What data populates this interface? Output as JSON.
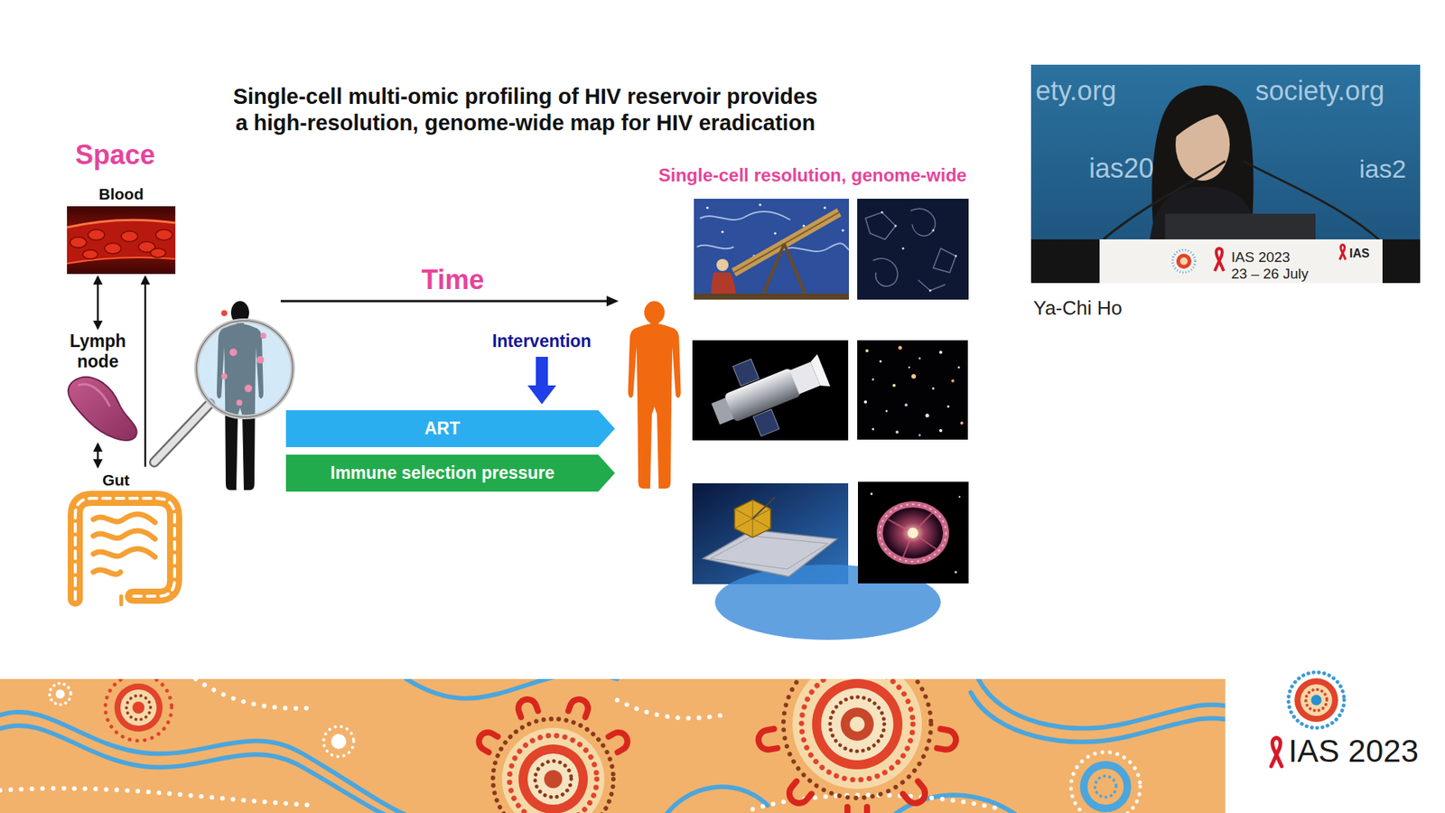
{
  "diagram": {
    "title": "Single-cell multi-omic profiling of HIV reservoir provides a high-resolution, genome-wide map for HIV eradication",
    "nodes": [
      {
        "text": [
          "Blood"
        ]
      },
      {
        "text": [
          "Lymph node"
        ]
      },
      {
        "text": [
          "Gut"
        ]
      },
      {
        "text": [
          "ART"
        ]
      },
      {
        "text": [
          "Immune selection pressure"
        ]
      }
    ],
    "edges": [
      {
        "from": 0,
        "to": 1,
        "arrow": "both"
      },
      {
        "from": 1,
        "to": 2,
        "arrow": "both"
      },
      {
        "from": 2,
        "to": 0,
        "arrow": "to"
      }
    ],
    "labels": [
      "Space",
      "Time",
      "Intervention",
      "Single-cell resolution, genome-wide",
      "ety.org",
      "society.org",
      "ias20",
      "ias2",
      "IAS 2023",
      "23 – 26 July",
      "IAS",
      "Ya-Chi Ho",
      "IAS 2023"
    ]
  }
}
